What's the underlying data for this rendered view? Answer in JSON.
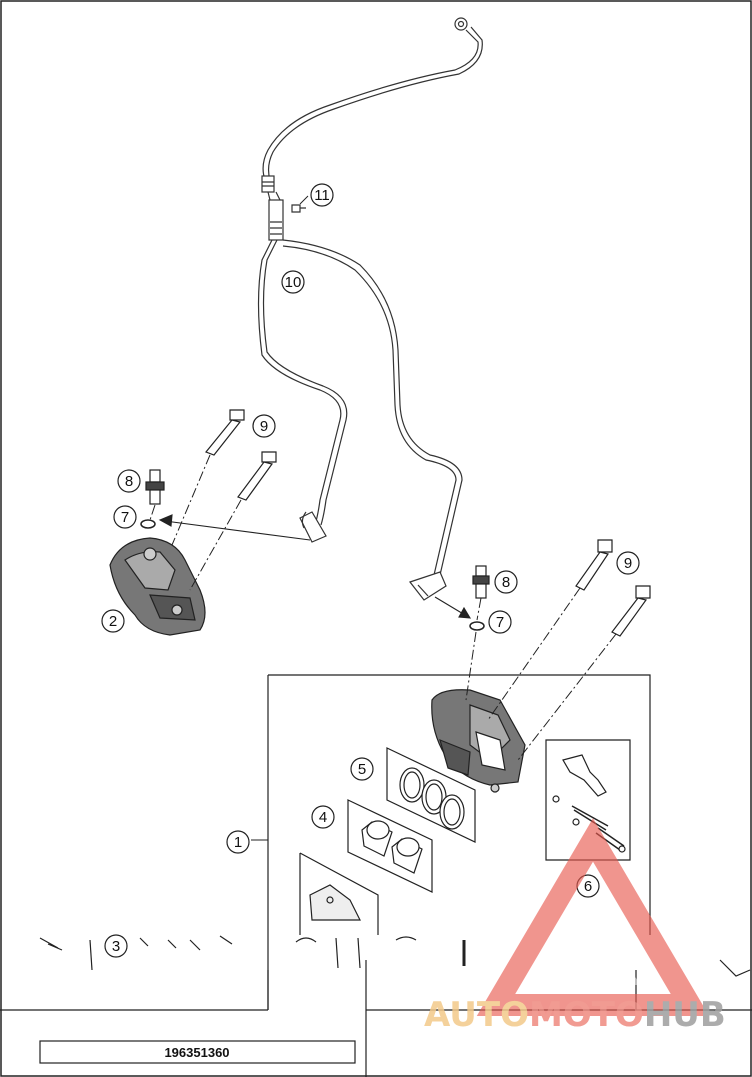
{
  "diagram": {
    "reference_number": "196351360",
    "callouts": [
      {
        "id": "c11",
        "label": "11"
      },
      {
        "id": "c10",
        "label": "10"
      },
      {
        "id": "c9a",
        "label": "9"
      },
      {
        "id": "c8a",
        "label": "8"
      },
      {
        "id": "c7a",
        "label": "7"
      },
      {
        "id": "c2",
        "label": "2"
      },
      {
        "id": "c9b",
        "label": "9"
      },
      {
        "id": "c8b",
        "label": "8"
      },
      {
        "id": "c7b",
        "label": "7"
      },
      {
        "id": "c5",
        "label": "5"
      },
      {
        "id": "c4",
        "label": "4"
      },
      {
        "id": "c1",
        "label": "1"
      },
      {
        "id": "c6",
        "label": "6"
      },
      {
        "id": "c3",
        "label": "3"
      }
    ]
  },
  "watermark": {
    "part1": "AUTO",
    "part2": "MOTO",
    "part3": "HUB",
    "colors": {
      "auto": "#f3c98a",
      "moto": "#ef8a80",
      "hub": "#9e9e9e",
      "triangle": "#e85a4f"
    }
  }
}
